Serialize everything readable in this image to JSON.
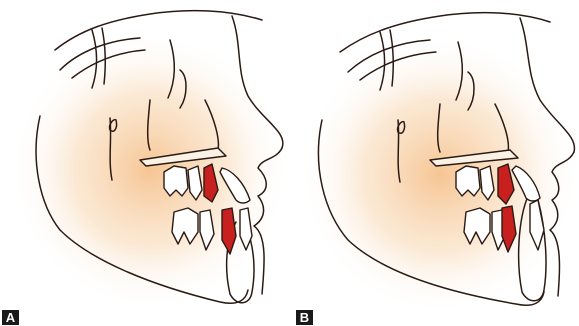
{
  "panels": [
    {
      "id": "a",
      "label": "A"
    },
    {
      "id": "b",
      "label": "B"
    }
  ],
  "colors": {
    "glow": "#f6c28e",
    "highlight_tooth": "#c8201f",
    "ink": "#2a1a14"
  }
}
